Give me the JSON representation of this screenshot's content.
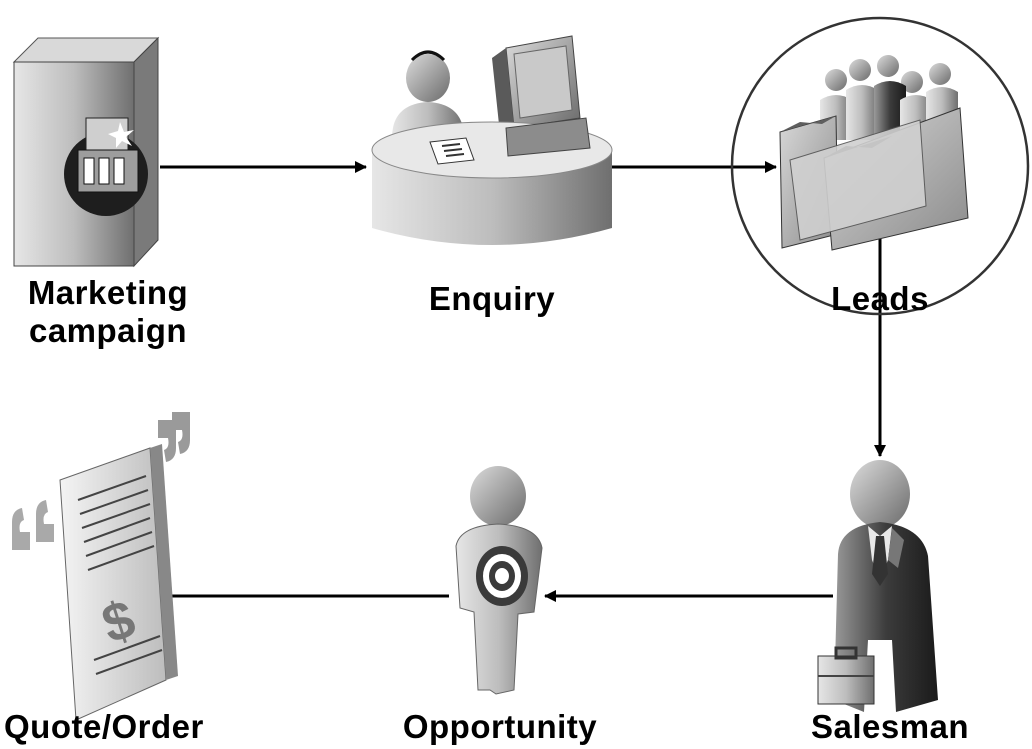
{
  "nodes": {
    "marketing": {
      "label_line1": "Marketing",
      "label_line2": "campaign",
      "icon": "brochure-icon"
    },
    "enquiry": {
      "label": "Enquiry",
      "icon": "reception-desk-icon"
    },
    "leads": {
      "label": "Leads",
      "icon": "lead-folders-icon"
    },
    "salesman": {
      "label": "Salesman",
      "icon": "salesman-icon"
    },
    "opportunity": {
      "label": "Opportunity",
      "icon": "target-person-icon"
    },
    "quote_order": {
      "label": "Quote/Order",
      "icon": "quote-document-icon"
    }
  },
  "edges": [
    {
      "from": "marketing",
      "to": "enquiry"
    },
    {
      "from": "enquiry",
      "to": "leads"
    },
    {
      "from": "leads",
      "to": "salesman"
    },
    {
      "from": "salesman",
      "to": "opportunity"
    },
    {
      "from": "opportunity",
      "to": "quote_order"
    }
  ]
}
